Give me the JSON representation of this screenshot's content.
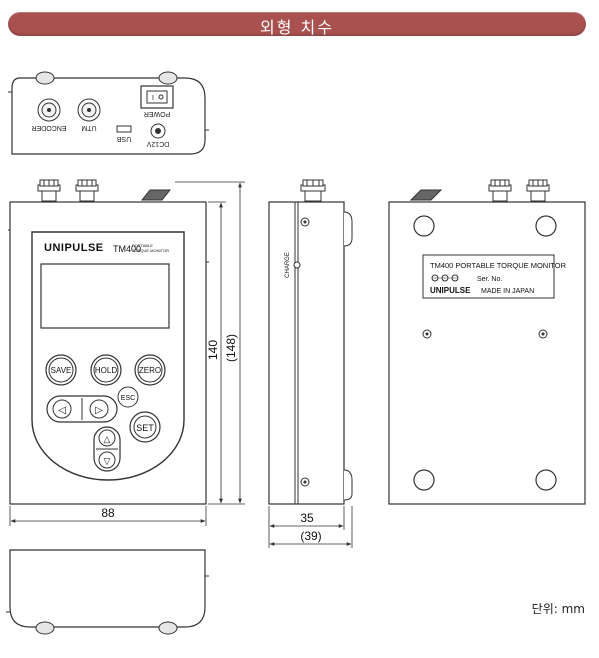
{
  "header": {
    "title": "외형 치수"
  },
  "top_view": {
    "connector_left": "ENCODER",
    "connector_right": "UTM",
    "usb": "USB",
    "power": "POWER",
    "dc": "DC12V"
  },
  "front_view": {
    "brand": "UNIPULSE",
    "model": "TM400",
    "model_sub_line1": "PORTABLE",
    "model_sub_line2": "TORQUE MONITOR",
    "buttons": {
      "save": "SAVE",
      "hold": "HOLD",
      "zero": "ZERO",
      "esc": "ESC",
      "set": "SET",
      "left": "◁",
      "right": "▷",
      "up": "△",
      "down": "▽"
    }
  },
  "side_view": {
    "label": "CHARGE"
  },
  "back_view": {
    "line1": "TM400 PORTABLE TORQUE MONITOR",
    "ser": "Ser. No.",
    "brand": "UNIPULSE",
    "made": "MADE IN JAPAN"
  },
  "dimensions": {
    "width": "88",
    "height": "140",
    "height_total": "(148)",
    "depth": "35",
    "depth_total": "(39)"
  },
  "unit_label": "단위: mm"
}
